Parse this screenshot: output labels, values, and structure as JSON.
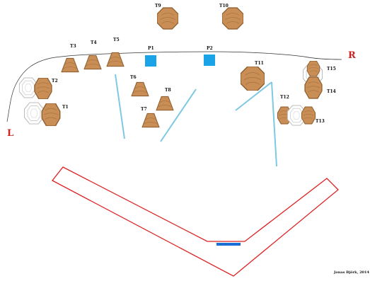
{
  "colors": {
    "wood": "#c98e55",
    "wood_edge": "#8a5a2b",
    "pole": "#1aa3e6",
    "barrier": "#7ec8e3",
    "track": "#dd2222",
    "edge_letter": "#cc2222",
    "ground_line": "#333333"
  },
  "edges": {
    "left": "L",
    "right": "R"
  },
  "tables": {
    "t1": "T1",
    "t2": "T2",
    "t3": "T3",
    "t4": "T4",
    "t5": "T5",
    "t6": "T6",
    "t7": "T7",
    "t8": "T8",
    "t9": "T9",
    "t10": "T10",
    "t11": "T11",
    "t12": "T12",
    "t13": "T13",
    "t14": "T14",
    "t15": "T15"
  },
  "poles": {
    "p1": "P1",
    "p2": "P2"
  },
  "credit": "Jonas Björk, 2014"
}
